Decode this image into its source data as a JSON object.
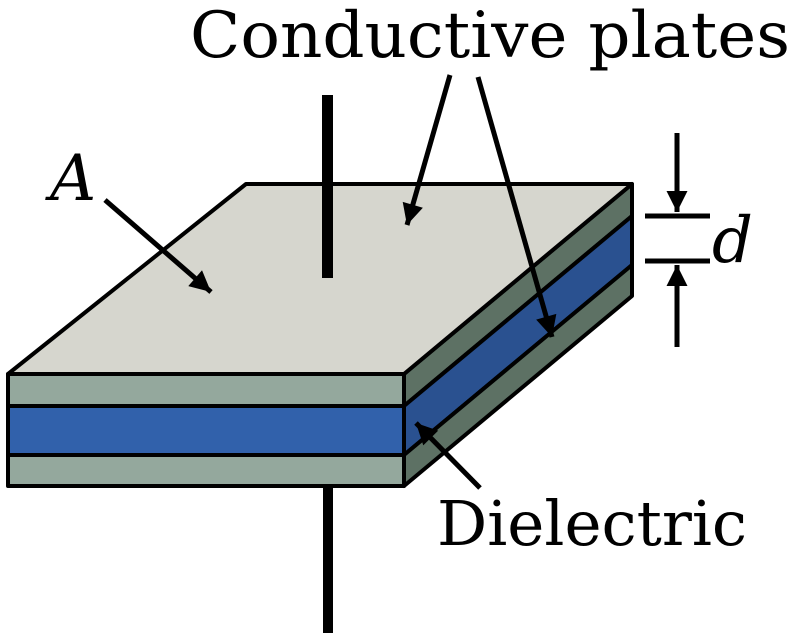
{
  "diagram": {
    "title": "Conductive plates",
    "labels": {
      "area": "A",
      "distance": "d",
      "dielectric": "Dielectric"
    },
    "colors": {
      "background": "#ffffff",
      "outline": "#000000",
      "wire": "#000000",
      "top_face": "#d6d6ce",
      "plate_front": "#94a89d",
      "plate_side": "#5d7164",
      "dielectric_front": "#3161ab",
      "dielectric_side": "#2a5190"
    }
  }
}
